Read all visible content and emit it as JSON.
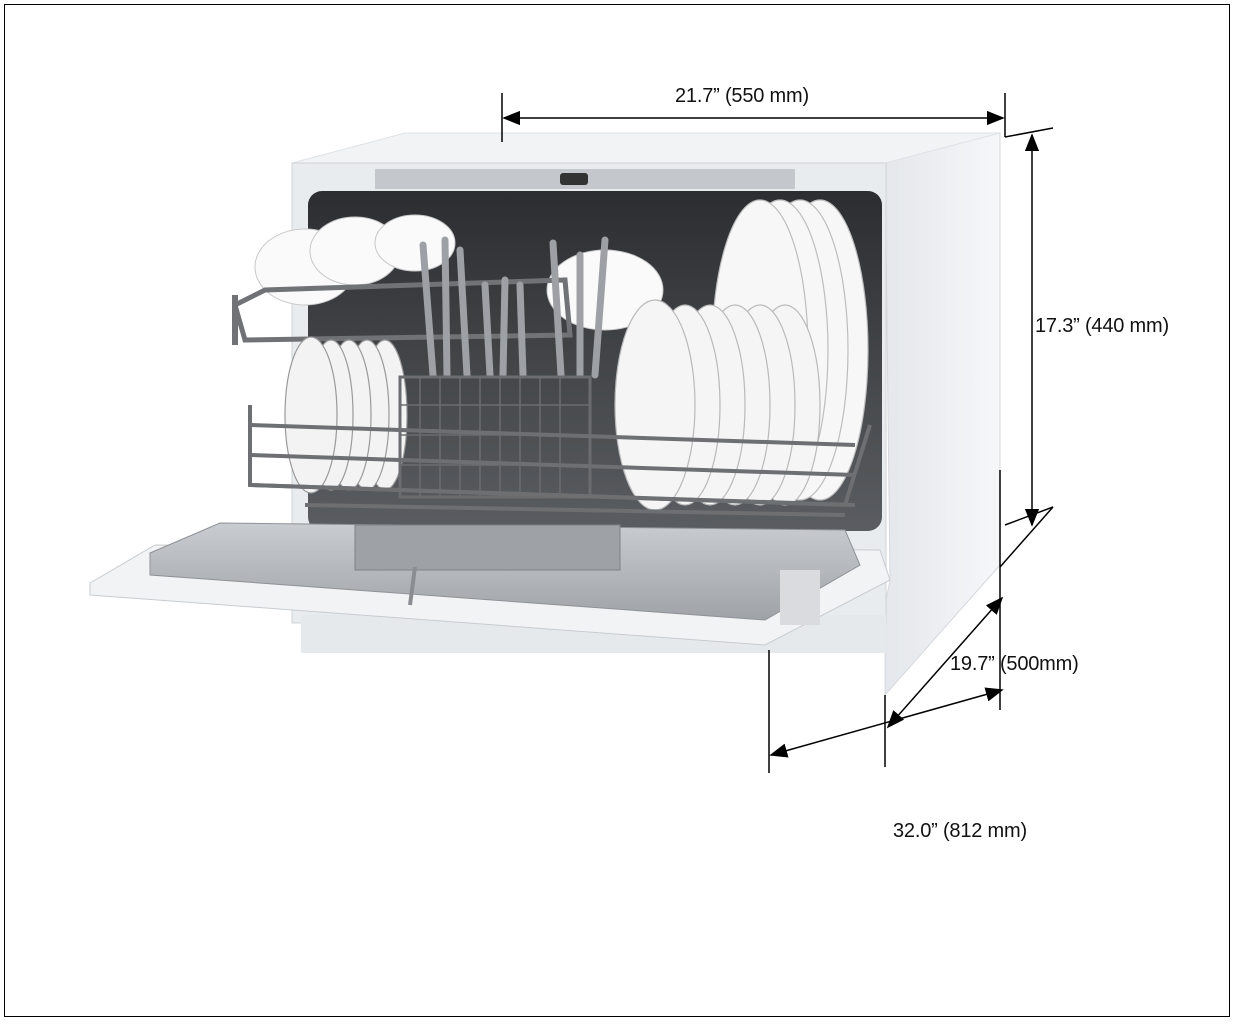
{
  "dimensions": {
    "width": {
      "label": "21.7” (550 mm)"
    },
    "height": {
      "label": "17.3” (440 mm)"
    },
    "depth": {
      "label": "19.7” (500mm)"
    },
    "depth_open": {
      "label": "32.0” (812 mm)"
    }
  },
  "colors": {
    "cabinet": "#eef0f3",
    "steel": "#b8bcc0",
    "rack": "#6d6f72",
    "plate": "#f4f4f4",
    "line": "#000000"
  }
}
